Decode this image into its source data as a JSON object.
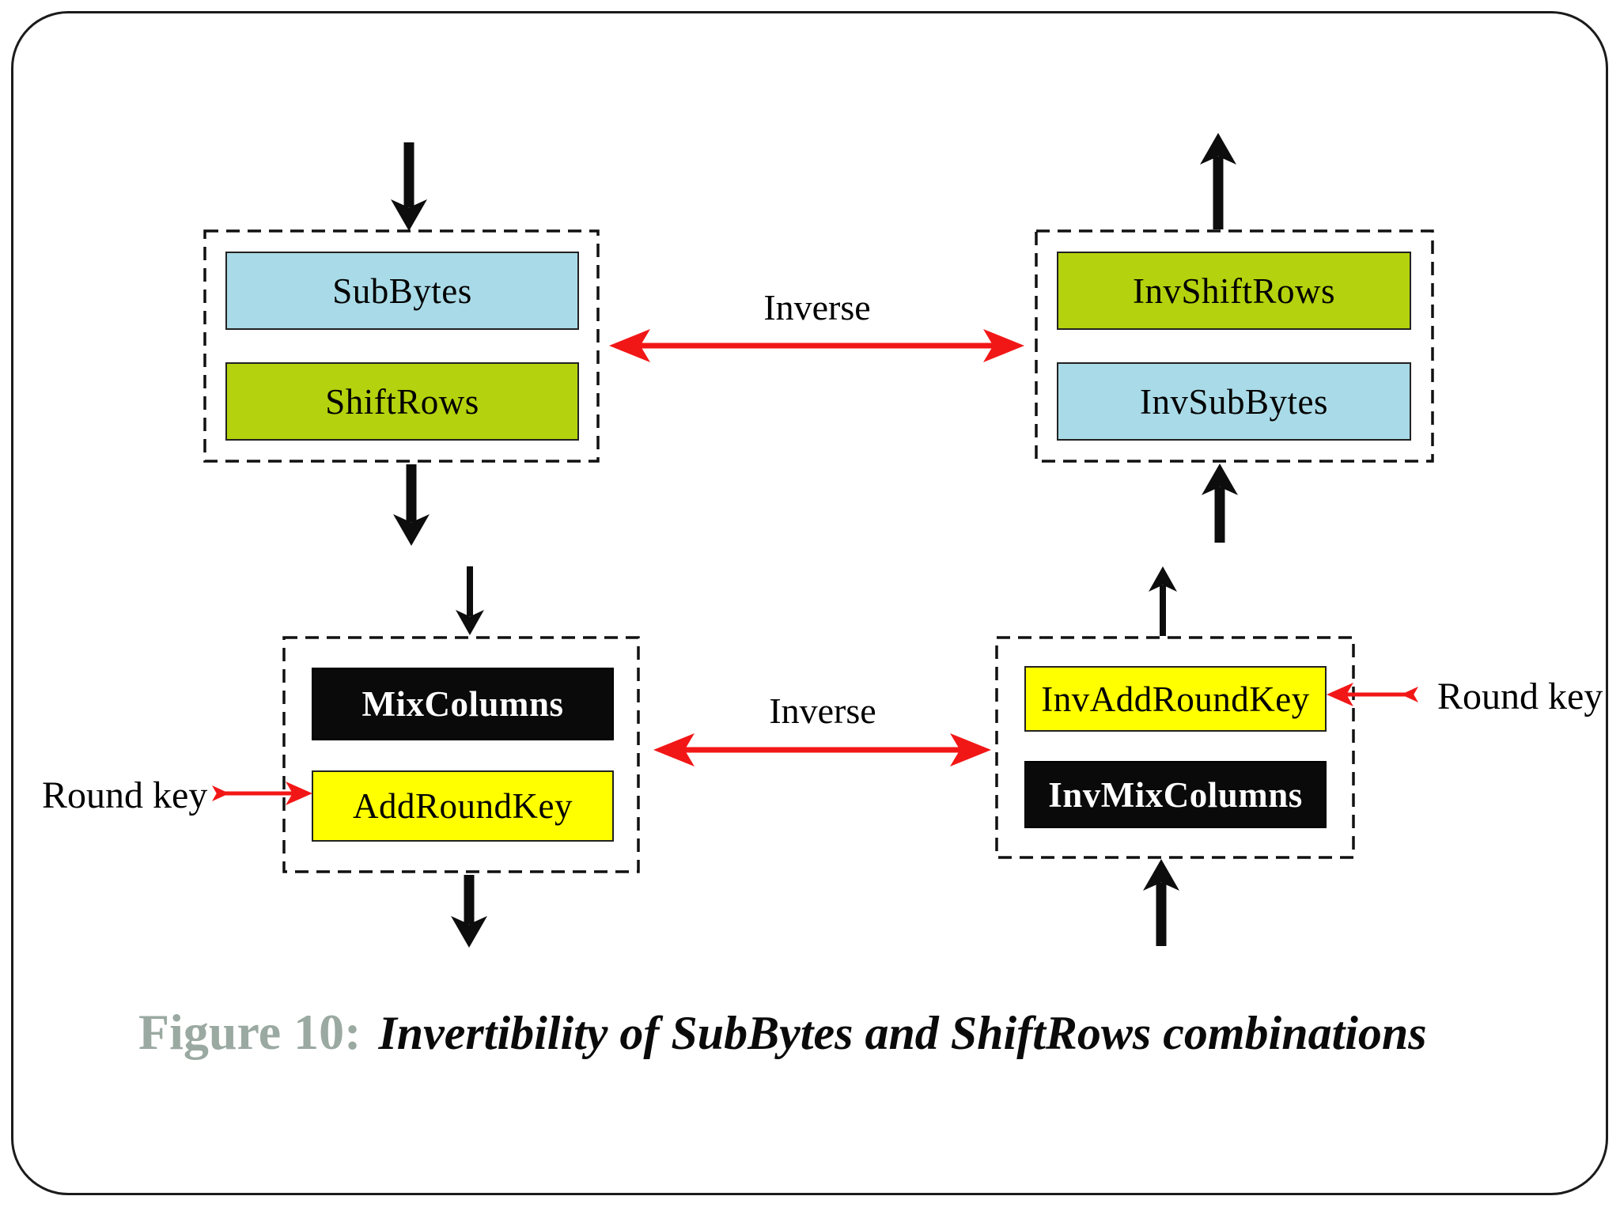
{
  "boxes": {
    "sub_bytes": "SubBytes",
    "shift_rows": "ShiftRows",
    "inv_shift_rows": "InvShiftRows",
    "inv_sub_bytes": "InvSubBytes",
    "mix_columns": "MixColumns",
    "add_round_key": "AddRoundKey",
    "inv_add_round_key": "InvAddRoundKey",
    "inv_mix_columns": "InvMixColumns"
  },
  "labels": {
    "inverse_top": "Inverse",
    "inverse_bottom": "Inverse",
    "round_key_left": "Round key",
    "round_key_right": "Round key"
  },
  "caption": {
    "prefix": "Figure 10:",
    "title": "Invertibility of SubBytes and ShiftRows combinations"
  },
  "colors": {
    "box_blue": "#a9dae7",
    "box_green": "#b4d20d",
    "box_yellow": "#ffff00",
    "box_black": "#0a0a0a",
    "arrow_red": "#f21717",
    "arrow_black": "#0d0d0d",
    "caption_gray": "#9aa9a1"
  }
}
